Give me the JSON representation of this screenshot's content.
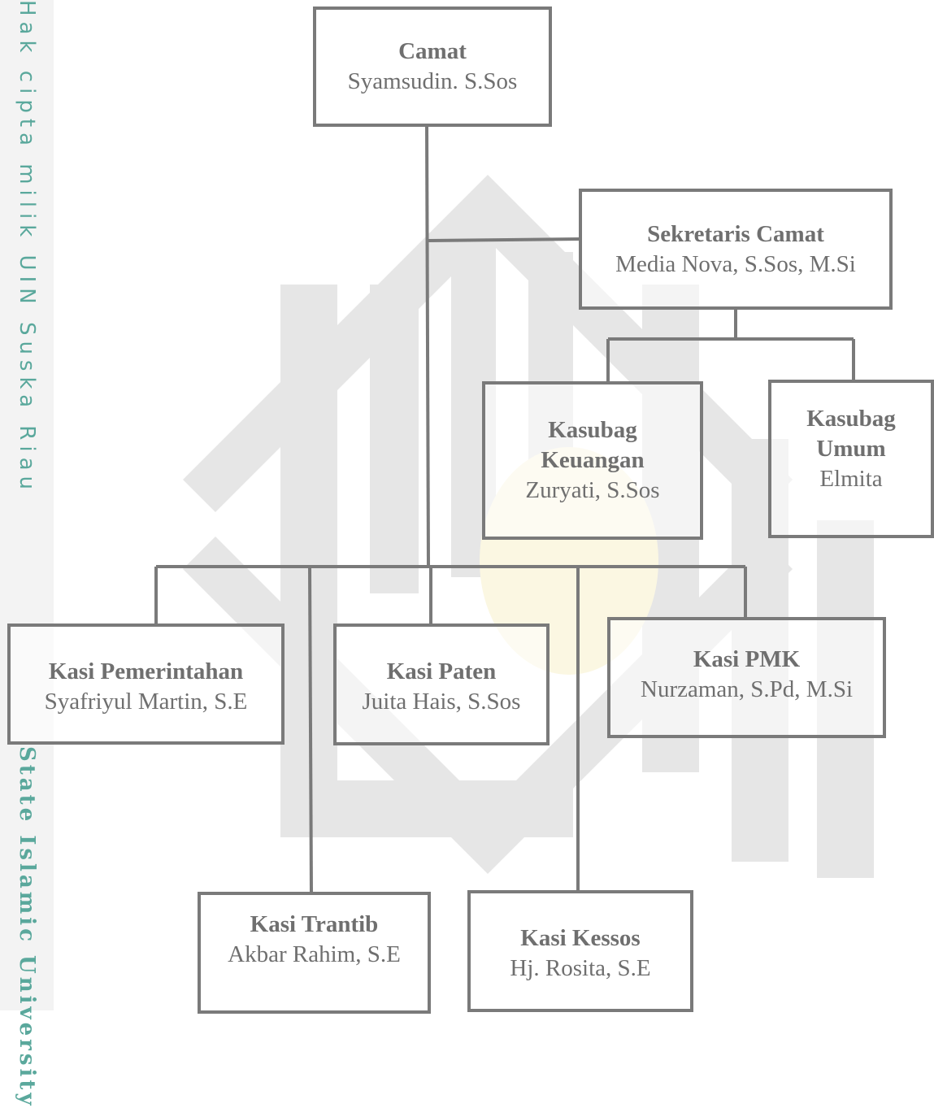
{
  "watermark": {
    "vertical_text_top": "Hak cipta milik UIN Suska Riau",
    "vertical_text_bottom": "State Islamic University"
  },
  "colors": {
    "box_border": "#7a7a7a",
    "text": "#6f6f6f",
    "watermark_green": "#5aa89c",
    "watermark_shape": "#e6e6e6"
  },
  "org": {
    "camat": {
      "title": "Camat",
      "person": "Syamsudin. S.Sos"
    },
    "sekretaris": {
      "title": "Sekretaris Camat",
      "person": "Media Nova, S.Sos, M.Si"
    },
    "kasubag_keuangan": {
      "title_line1": "Kasubag",
      "title_line2": "Keuangan",
      "person": "Zuryati, S.Sos"
    },
    "kasubag_umum": {
      "title_line1": "Kasubag",
      "title_line2": "Umum",
      "person": "Elmita"
    },
    "kasi_pemerintahan": {
      "title": "Kasi Pemerintahan",
      "person": "Syafriyul Martin, S.E"
    },
    "kasi_paten": {
      "title": "Kasi Paten",
      "person": "Juita Hais, S.Sos"
    },
    "kasi_pmk": {
      "title": "Kasi PMK",
      "person": "Nurzaman, S.Pd, M.Si"
    },
    "kasi_trantib": {
      "title": "Kasi Trantib",
      "person": "Akbar Rahim, S.E"
    },
    "kasi_kessos": {
      "title": "Kasi Kessos",
      "person": "Hj. Rosita, S.E"
    }
  }
}
